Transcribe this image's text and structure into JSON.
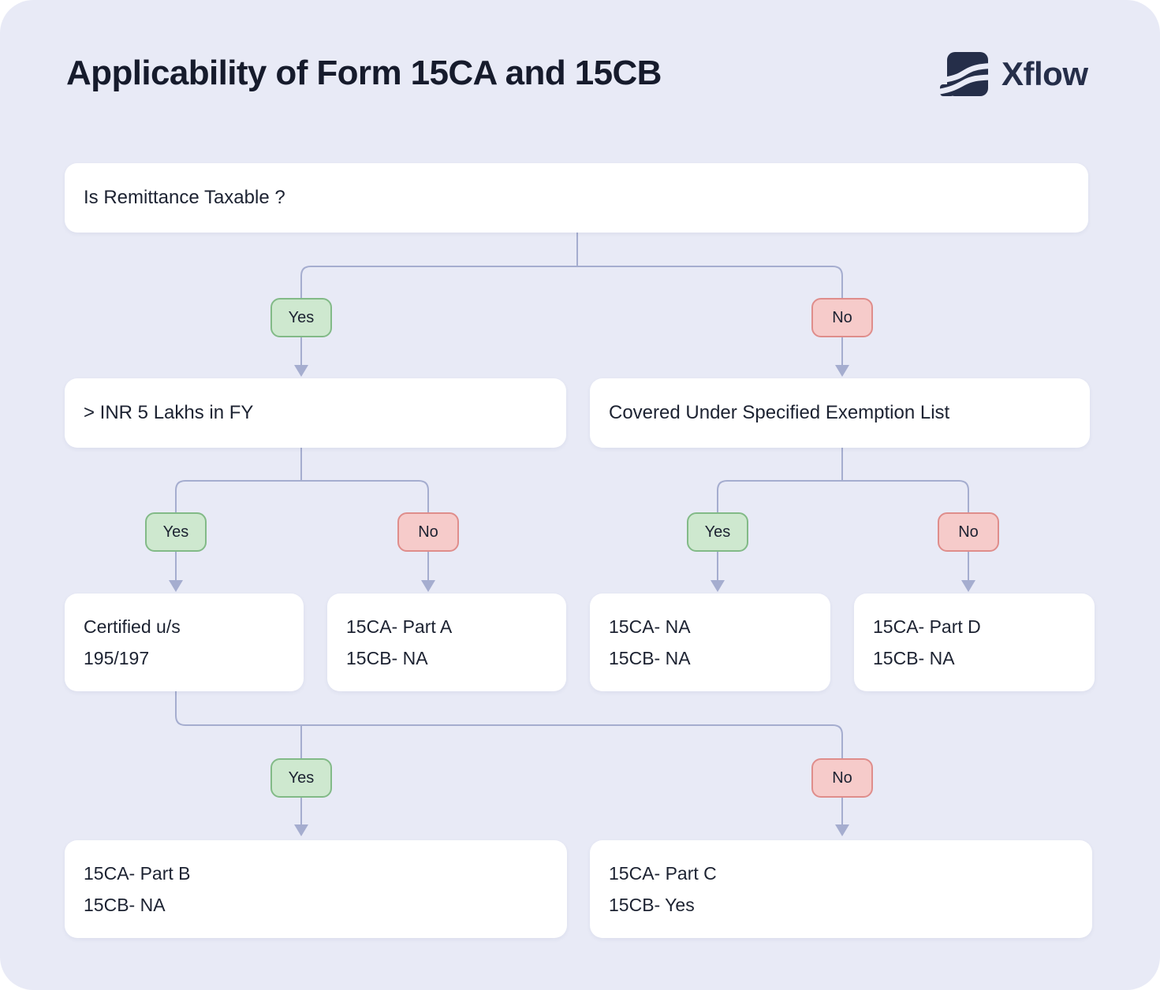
{
  "header": {
    "title": "Applicability of Form 15CA and 15CB",
    "brand": "Xflow"
  },
  "badges": {
    "yes": "Yes",
    "no": "No"
  },
  "nodes": {
    "q_root": "Is Remittance Taxable ?",
    "q_inr": "> INR 5 Lakhs in FY",
    "q_exempt": "Covered Under Specified Exemption List",
    "certified": [
      "Certified u/s",
      "195/197"
    ],
    "part_a": [
      "15CA- Part A",
      "15CB- NA"
    ],
    "na_na": [
      "15CA- NA",
      "15CB- NA"
    ],
    "part_d": [
      "15CA- Part D",
      "15CB- NA"
    ],
    "part_b": [
      "15CA- Part B",
      "15CB- NA"
    ],
    "part_c": [
      "15CA- Part C",
      "15CB- Yes"
    ]
  },
  "colors": {
    "card_bg": "#e8eaf6",
    "node_bg": "#ffffff",
    "connector": "#a5adcf",
    "yes_bg": "#cee8cf",
    "yes_border": "#82ba87",
    "no_bg": "#f6cbca",
    "no_border": "#df8d8b",
    "text": "#1c2231",
    "brand_dark": "#252e49"
  }
}
